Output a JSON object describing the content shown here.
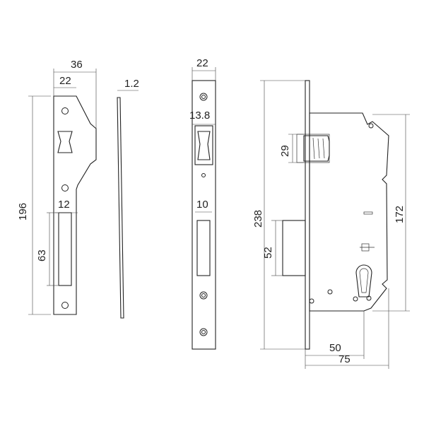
{
  "colors": {
    "line": "#222222",
    "background": "#ffffff"
  },
  "dimensions": {
    "strike_width": "36",
    "strike_inner_width": "22",
    "strike_thickness": "1.2",
    "strike_height": "196",
    "strike_bolt_slot_width": "12",
    "strike_bolt_slot_height": "63",
    "faceplate_width": "22",
    "latch_hole_width": "13.8",
    "bolt_hole_width": "10",
    "case_height": "238",
    "latch_height": "29",
    "bolt_height": "52",
    "case_body_height": "172",
    "backset": "50",
    "case_depth": "75"
  }
}
